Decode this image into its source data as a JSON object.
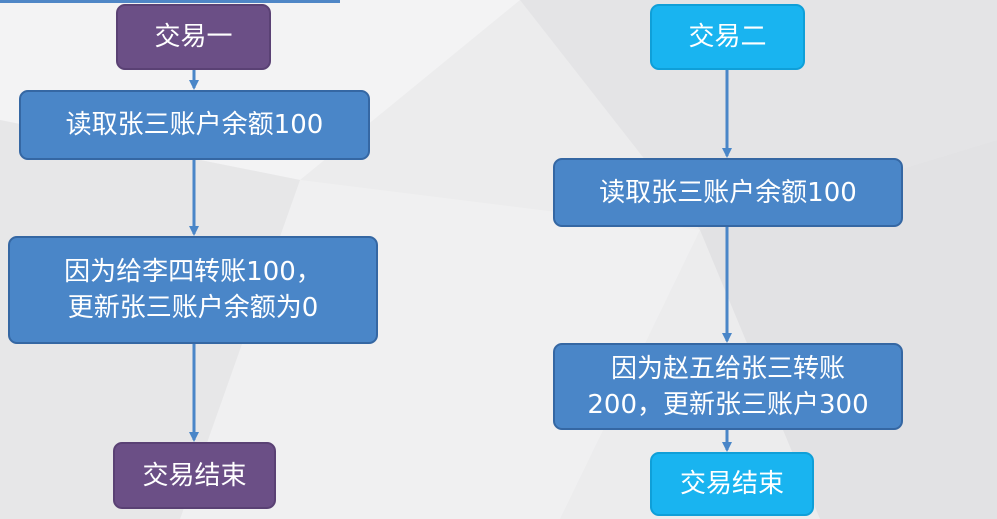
{
  "colors": {
    "purple": "#6b4f86",
    "cyan": "#19b4f0",
    "blue": "#4a86c8",
    "arrow": "#4a86c8",
    "text": "#ffffff"
  },
  "left": {
    "header": "交易一",
    "step1": "读取张三账户余额100",
    "step2": "因为给李四转账100，\n更新张三账户余额为0",
    "end": "交易结束"
  },
  "right": {
    "header": "交易二",
    "step1": "读取张三账户余额100",
    "step2": "因为赵五给张三转账\n200，更新张三账户300",
    "end": "交易结束"
  }
}
